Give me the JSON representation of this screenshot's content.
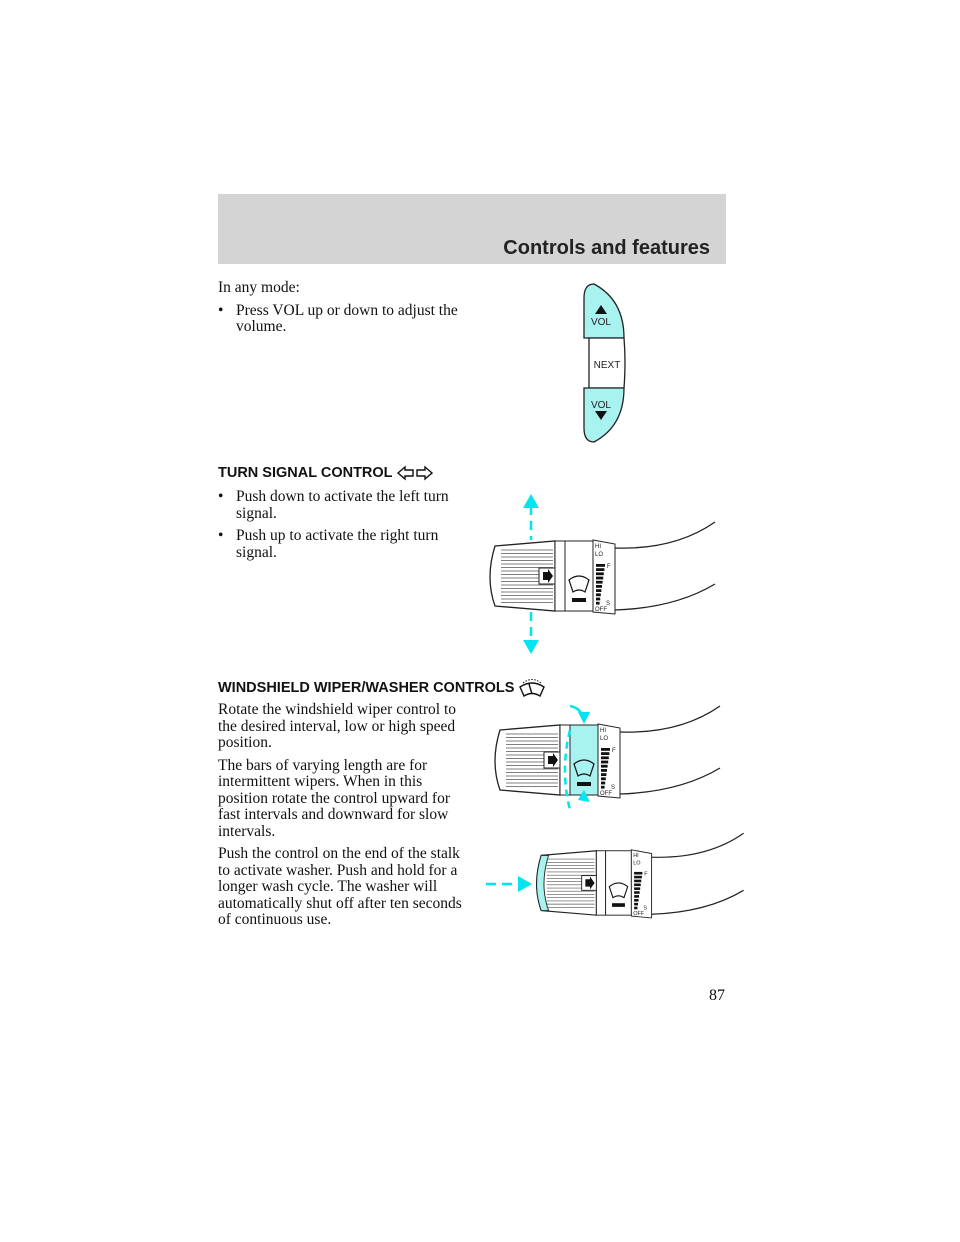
{
  "header": {
    "title": "Controls and features"
  },
  "intro": {
    "lead": "In any mode:",
    "bullets": [
      {
        "text": "Press VOL up or down to adjust the volume."
      }
    ]
  },
  "steering_buttons": {
    "vol_up": "VOL",
    "next": "NEXT",
    "vol_down": "VOL",
    "highlight": "#a8f2f0"
  },
  "turn_signal": {
    "heading": "TURN SIGNAL CONTROL",
    "icon": "turn-arrows-icon",
    "bullets": [
      {
        "text": "Push down to activate the left turn signal."
      },
      {
        "text": "Push up to activate the right turn signal."
      }
    ]
  },
  "wiper": {
    "heading": "WINDSHIELD WIPER/WASHER CONTROLS",
    "icon": "windshield-wiper-icon",
    "paragraphs": [
      "Rotate the windshield wiper control to the desired interval, low or high speed position.",
      "The bars of varying length are for intermittent wipers. When in this position rotate the control upward for fast intervals and downward for slow intervals.",
      "Push the control on the end of the stalk to activate washer. Push and hold for a longer wash cycle. The washer will automatically shut off after ten seconds of continuous use."
    ]
  },
  "stalk_labels": {
    "hi": "HI",
    "lo": "LO",
    "fast": "F",
    "slow": "S",
    "off": "OFF"
  },
  "colors": {
    "accent": "#00e5f0",
    "highlight": "#a8f2f0"
  },
  "page_number": "87"
}
